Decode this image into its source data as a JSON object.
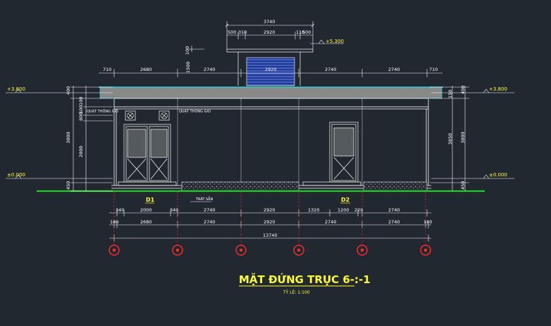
{
  "drawing": {
    "title": "MẶT ĐỨNG TRỤC 6-:-1",
    "scale": "TỶ LỆ: 1:100"
  },
  "top_dims": {
    "overall": "3740",
    "parts": [
      "500",
      "310",
      "2920",
      "110",
      "500"
    ],
    "left_vertical": "100",
    "level_roof": "+5.300",
    "row": [
      "710",
      "2680",
      "2740",
      "2920",
      "2740",
      "2740",
      "710"
    ],
    "attic_height": "1500"
  },
  "levels": {
    "left_top": "+3.800",
    "left_bottom": "±0.000",
    "right_top": "+3.800",
    "right_bottom": "±0.000"
  },
  "left_vert_dims": [
    "400",
    "100",
    "500",
    "800",
    "3800",
    "2800",
    "450"
  ],
  "right_vert_dims": [
    "150",
    "400",
    "3850",
    "3800",
    "450"
  ],
  "labels": {
    "vent_1": "QUẠT THÔNG GIÓ",
    "vent_2": "QUẠT THÔNG GIÓ",
    "floor_finish": "TRÁT SẪN",
    "door_d1": "D1",
    "door_d2": "D2"
  },
  "bottom_dims": {
    "row1": [
      "340",
      "2000",
      "340",
      "2740",
      "2920",
      "1320",
      "1200",
      "220",
      "2740"
    ],
    "row2": [
      "180",
      "2680",
      "2740",
      "2920",
      "2740",
      "2740",
      "180"
    ],
    "total": "13740"
  },
  "colors": {
    "background": "#212830",
    "lines": "#ffffff",
    "dimension": "#ffff33",
    "axis": "#ff2a2a",
    "ground": "#22cc22",
    "roof": "#8a8a8a",
    "roof_edge": "#33cccc",
    "louver": "#1e3a9a"
  }
}
